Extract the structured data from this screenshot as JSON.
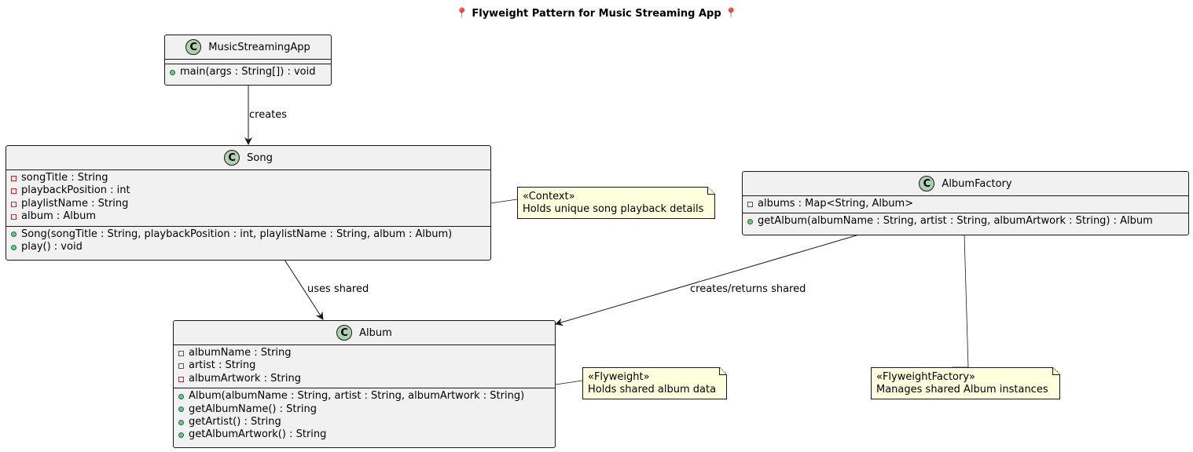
{
  "title": "📍 Flyweight Pattern for Music Streaming App 📍",
  "classes": {
    "app": {
      "name": "MusicStreamingApp",
      "icon": "C",
      "fields": [],
      "methods": [
        {
          "vis": "public",
          "text": "main(args : String[]) : void"
        }
      ]
    },
    "song": {
      "name": "Song",
      "icon": "C",
      "fields": [
        {
          "vis": "private",
          "text": "songTitle : String"
        },
        {
          "vis": "private",
          "text": "playbackPosition : int"
        },
        {
          "vis": "private",
          "text": "playlistName : String"
        },
        {
          "vis": "private",
          "text": "album : Album"
        }
      ],
      "methods": [
        {
          "vis": "public",
          "text": "Song(songTitle : String, playbackPosition : int, playlistName : String, album : Album)"
        },
        {
          "vis": "public",
          "text": "play() : void"
        }
      ]
    },
    "album": {
      "name": "Album",
      "icon": "C",
      "fields": [
        {
          "vis": "private",
          "text": "albumName : String"
        },
        {
          "vis": "private",
          "text": "artist : String"
        },
        {
          "vis": "private",
          "text": "albumArtwork : String"
        }
      ],
      "methods": [
        {
          "vis": "public",
          "text": "Album(albumName : String, artist : String, albumArtwork : String)"
        },
        {
          "vis": "public",
          "text": "getAlbumName() : String"
        },
        {
          "vis": "public",
          "text": "getArtist() : String"
        },
        {
          "vis": "public",
          "text": "getAlbumArtwork() : String"
        }
      ]
    },
    "factory": {
      "name": "AlbumFactory",
      "icon": "C",
      "fields": [
        {
          "vis": "private",
          "text": "albums : Map<String, Album>"
        }
      ],
      "methods": [
        {
          "vis": "public",
          "text": "getAlbum(albumName : String, artist : String, albumArtwork : String) : Album"
        }
      ]
    }
  },
  "notes": {
    "context": {
      "stereotype": "«Context»",
      "text": "Holds unique song playback details"
    },
    "flyweight": {
      "stereotype": "«Flyweight»",
      "text": "Holds shared album data"
    },
    "factory": {
      "stereotype": "«FlyweightFactory»",
      "text": "Manages shared Album instances"
    }
  },
  "relations": {
    "creates": "creates",
    "uses_shared": "uses shared",
    "creates_returns": "creates/returns shared"
  },
  "colors": {
    "class_bg": "#f1f1f1",
    "class_icon": "#add1b2",
    "note_bg": "#feffdd",
    "private_marker": "#c82930",
    "public_marker": "#84be84",
    "line": "#181818"
  }
}
